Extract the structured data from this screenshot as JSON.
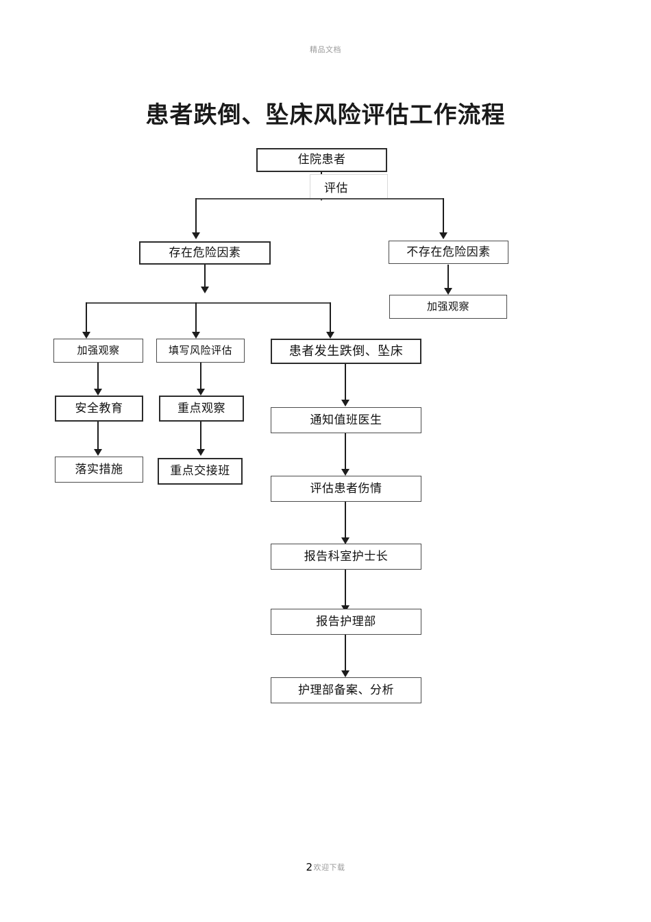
{
  "document": {
    "header_watermark": "精品文档",
    "footer_page_number": "2",
    "footer_watermark": "欢迎下载",
    "title": "患者跌倒、坠床风险评估工作流程"
  },
  "flowchart": {
    "type": "flowchart",
    "orientation": "top-down",
    "edge_labels": [
      {
        "id": "assess",
        "text": "评估"
      }
    ],
    "nodes": [
      {
        "id": "n1",
        "text": "住院患者"
      },
      {
        "id": "n2",
        "text": "存在危险因素"
      },
      {
        "id": "n3",
        "text": "不存在危险因素"
      },
      {
        "id": "n4",
        "text": "加强观察"
      },
      {
        "id": "n5",
        "text": "加强观察"
      },
      {
        "id": "n6",
        "text": "填写风险评估"
      },
      {
        "id": "n7",
        "text": "患者发生跌倒、坠床"
      },
      {
        "id": "n8",
        "text": "安全教育"
      },
      {
        "id": "n9",
        "text": "重点观察"
      },
      {
        "id": "n10",
        "text": "通知值班医生"
      },
      {
        "id": "n11",
        "text": "落实措施"
      },
      {
        "id": "n12",
        "text": "重点交接班"
      },
      {
        "id": "n13",
        "text": "评估患者伤情"
      },
      {
        "id": "n14",
        "text": "报告科室护士长"
      },
      {
        "id": "n15",
        "text": "报告护理部"
      },
      {
        "id": "n16",
        "text": "护理部备案、分析"
      }
    ],
    "edges": [
      {
        "from": "n1",
        "to": "n2",
        "label": "评估"
      },
      {
        "from": "n1",
        "to": "n3",
        "label": "评估"
      },
      {
        "from": "n3",
        "to": "n4",
        "label": ""
      },
      {
        "from": "n2",
        "to": "n5",
        "label": ""
      },
      {
        "from": "n2",
        "to": "n6",
        "label": ""
      },
      {
        "from": "n2",
        "to": "n7",
        "label": ""
      },
      {
        "from": "n5",
        "to": "n8",
        "label": ""
      },
      {
        "from": "n6",
        "to": "n9",
        "label": ""
      },
      {
        "from": "n7",
        "to": "n10",
        "label": ""
      },
      {
        "from": "n8",
        "to": "n11",
        "label": ""
      },
      {
        "from": "n9",
        "to": "n12",
        "label": ""
      },
      {
        "from": "n10",
        "to": "n13",
        "label": ""
      },
      {
        "from": "n13",
        "to": "n14",
        "label": ""
      },
      {
        "from": "n14",
        "to": "n15",
        "label": ""
      },
      {
        "from": "n15",
        "to": "n16",
        "label": ""
      }
    ],
    "colors": {
      "box_border": "#4b4b4b",
      "box_border_strong": "#2b2b2b",
      "connector": "#1d1d1d",
      "text": "#111111",
      "background": "#ffffff",
      "watermark": "#9a9a9a"
    }
  }
}
